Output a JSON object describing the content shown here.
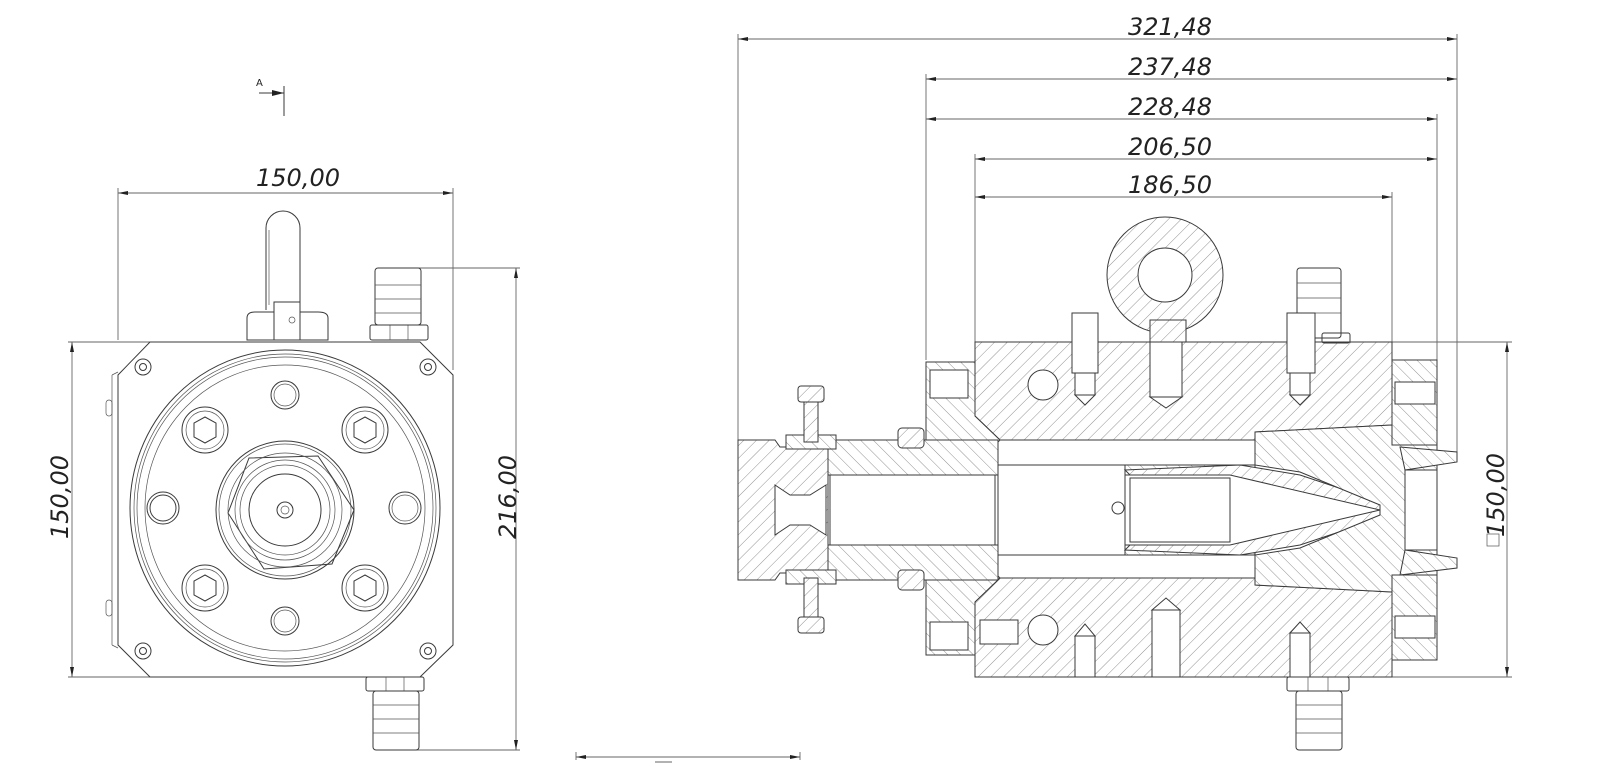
{
  "drawing": {
    "type": "technical-cad-drawing",
    "line_color": "#3a3a3a",
    "background": "#ffffff",
    "section_marker": {
      "label": "A"
    },
    "front_view": {
      "name": "front-view",
      "dimensions": {
        "width": "150,00",
        "height": "150,00",
        "overall_height": "216,00"
      }
    },
    "section_view": {
      "name": "section-view-A",
      "dimensions": {
        "overall_length": "321,48",
        "length_2": "237,48",
        "length_3": "228,48",
        "length_4": "206,50",
        "length_5": "186,50",
        "square_side": "150,00",
        "square_symbol": "□"
      }
    }
  }
}
